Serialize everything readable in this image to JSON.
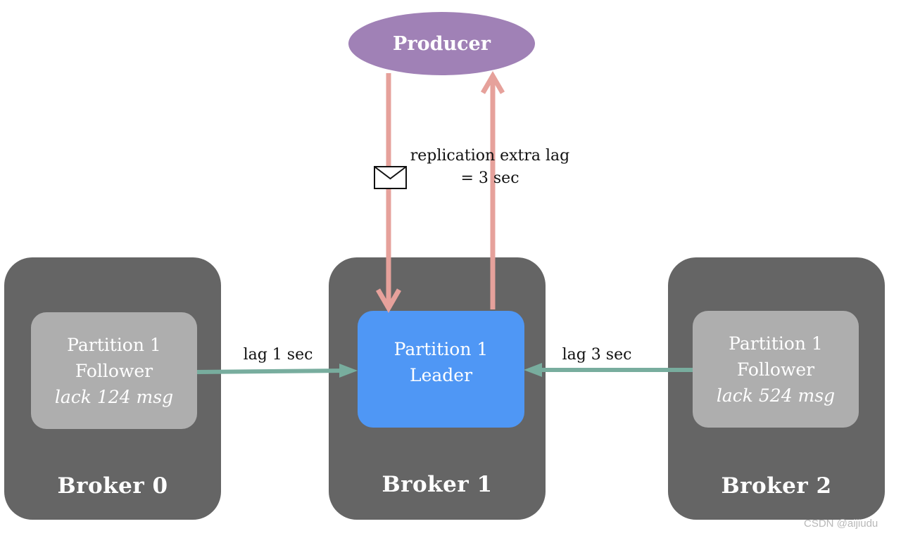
{
  "producer": {
    "label": "Producer"
  },
  "annotations": {
    "replication_lag_line1": "replication extra lag",
    "replication_lag_line2": "= 3 sec",
    "lag_broker0": "lag 1 sec",
    "lag_broker2": "lag 3 sec"
  },
  "brokers": [
    {
      "name": "Broker 0",
      "partition": {
        "title": "Partition 1",
        "role": "Follower",
        "lack": "lack 124 msg"
      }
    },
    {
      "name": "Broker 1",
      "partition": {
        "title": "Partition 1",
        "role": "Leader"
      }
    },
    {
      "name": "Broker 2",
      "partition": {
        "title": "Partition 1",
        "role": "Follower",
        "lack": "lack 524 msg"
      }
    }
  ],
  "colors": {
    "broker_bg": "#656565",
    "follower_bg": "#aeaeae",
    "leader_bg": "#4f97f5",
    "producer_bg": "#a081b6",
    "produce_arrow": "#e6a19b",
    "replication_arrow": "#78ad9e"
  },
  "watermark": "CSDN @aijiudu"
}
